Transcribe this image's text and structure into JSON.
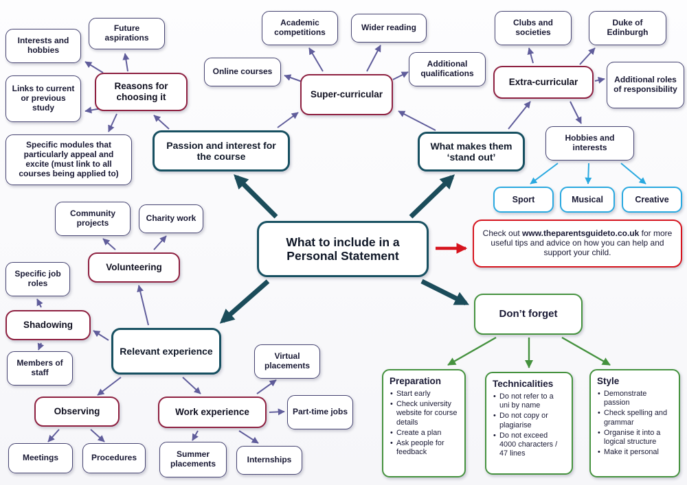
{
  "title": "What to include in a Personal Statement",
  "nodes": {
    "center": "What to include in a Personal Statement",
    "passion": "Passion and interest for the course",
    "reasons": "Reasons for choosing it",
    "interests_hobbies": "Interests and hobbies",
    "future_aspirations": "Future aspirations",
    "links_study": "Links to current or previous study",
    "specific_modules": "Specific modules that particularly appeal and excite (must link to all courses being applied to)",
    "super_curricular": "Super-curricular",
    "academic_competitions": "Academic competitions",
    "wider_reading": "Wider reading",
    "online_courses": "Online courses",
    "additional_qualifications": "Additional qualifications",
    "stand_out": "What makes them ‘stand out’",
    "extra_curricular": "Extra-curricular",
    "clubs_societies": "Clubs and societies",
    "duke_edinburgh": "Duke of Edinburgh",
    "additional_roles": "Additional roles of responsibility",
    "hobbies_interests": "Hobbies and interests",
    "sport": "Sport",
    "musical": "Musical",
    "creative": "Creative",
    "relevant_experience": "Relevant experience",
    "volunteering": "Volunteering",
    "community_projects": "Community projects",
    "charity_work": "Charity work",
    "shadowing": "Shadowing",
    "specific_job_roles": "Specific job roles",
    "members_staff": "Members of staff",
    "observing": "Observing",
    "meetings": "Meetings",
    "procedures": "Procedures",
    "work_experience": "Work experience",
    "summer_placements": "Summer placements",
    "internships": "Internships",
    "part_time_jobs": "Part-time jobs",
    "virtual_placements": "Virtual placements",
    "dont_forget": "Don’t forget"
  },
  "checkout": {
    "prefix": "Check out ",
    "link": "www.theparentsguideto.co.uk",
    "suffix": " for more useful tips and advice on how you can help and support your child."
  },
  "detail_boxes": [
    {
      "title": "Preparation",
      "items": [
        "Start early",
        "Check university website for course details",
        "Create a plan",
        "Ask people for feedback"
      ]
    },
    {
      "title": "Technicalities",
      "items": [
        "Do not refer to a uni by name",
        "Do not copy or plagiarise",
        "Do not exceed 4000 characters / 47 lines"
      ]
    },
    {
      "title": "Style",
      "items": [
        "Demonstrate passion",
        "Check spelling and grammar",
        "Organise it into a logical structure",
        "Make it personal"
      ]
    }
  ],
  "colors": {
    "teal": "#1b4c5a",
    "maroon": "#8e2040",
    "purple": "#605d9b",
    "blue": "#2aa9e0",
    "green": "#45923e",
    "red": "#d6141e",
    "leaf_border": "#454371"
  }
}
